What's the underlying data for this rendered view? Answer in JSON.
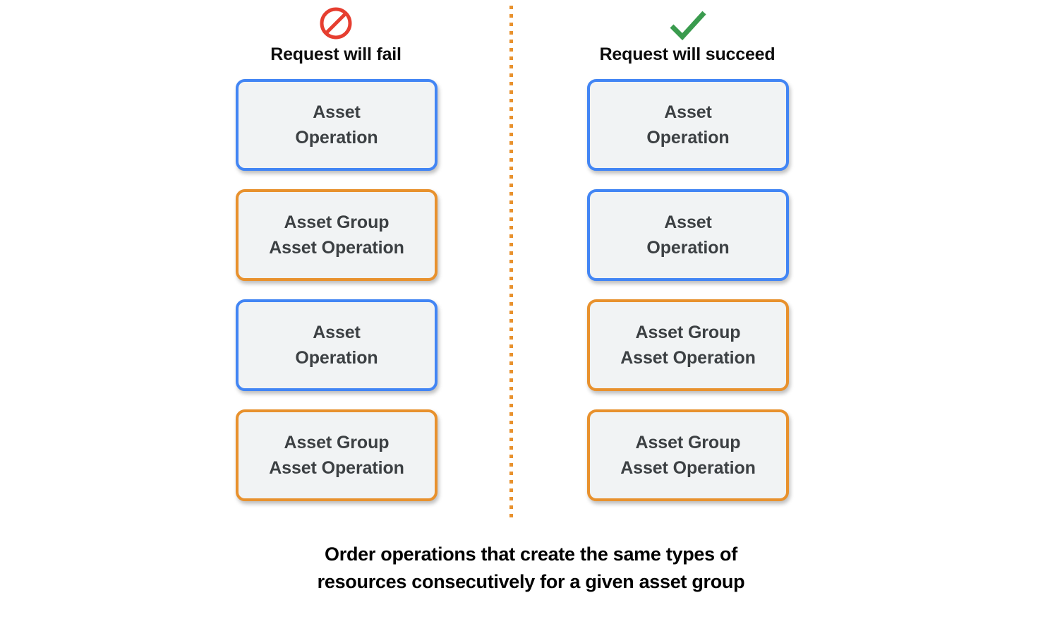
{
  "colors": {
    "asset_operation_border": "#4285F4",
    "asset_group_border": "#E8912D",
    "card_fill": "#F1F3F4",
    "card_text": "#3C4043",
    "fail_icon": "#E63E30",
    "succeed_icon": "#3A9B4E",
    "divider": "#E8912D",
    "background": "#FFFFFF"
  },
  "columns": [
    {
      "id": "fail",
      "icon": "prohibited-icon",
      "title": "Request will fail",
      "cards": [
        {
          "type": "asset-operation",
          "label": "Asset\nOperation"
        },
        {
          "type": "asset-group-operation",
          "label": "Asset Group\nAsset Operation"
        },
        {
          "type": "asset-operation",
          "label": "Asset\nOperation"
        },
        {
          "type": "asset-group-operation",
          "label": "Asset Group\nAsset Operation"
        }
      ]
    },
    {
      "id": "succeed",
      "icon": "check-icon",
      "title": "Request will succeed",
      "cards": [
        {
          "type": "asset-operation",
          "label": "Asset\nOperation"
        },
        {
          "type": "asset-operation",
          "label": "Asset\nOperation"
        },
        {
          "type": "asset-group-operation",
          "label": "Asset Group\nAsset Operation"
        },
        {
          "type": "asset-group-operation",
          "label": "Asset Group\nAsset Operation"
        }
      ]
    }
  ],
  "caption": {
    "line1": "Order operations that create the same types of",
    "line2": "resources consecutively for a given asset group"
  }
}
